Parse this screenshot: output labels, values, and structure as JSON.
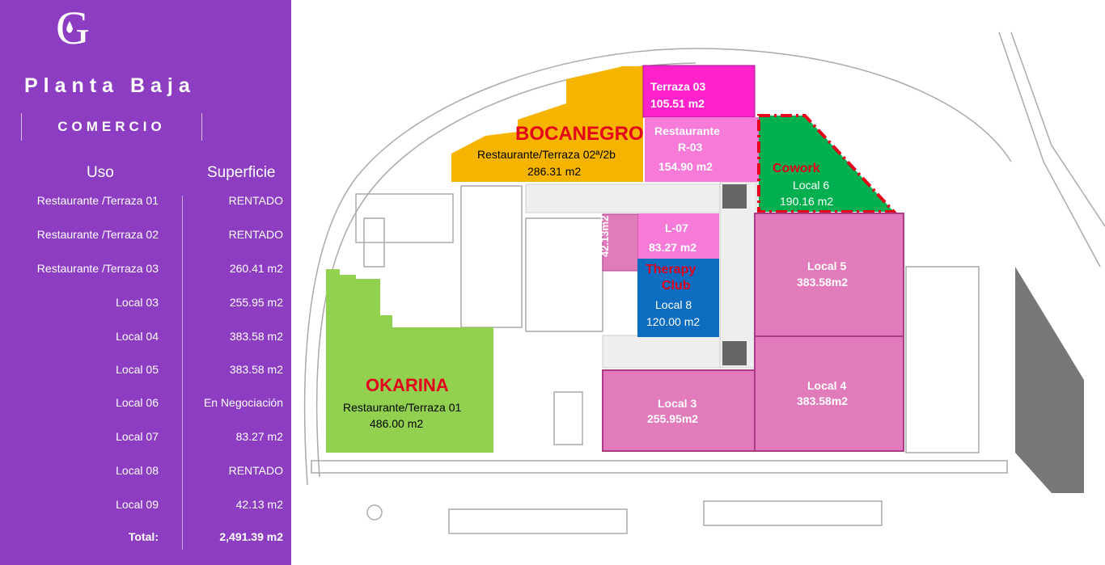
{
  "panel": {
    "logo": "G",
    "title": "Planta Baja",
    "subtitle": "COMERCIO",
    "col_uso": "Uso",
    "col_superficie": "Superficie",
    "rows": [
      {
        "uso": "Restaurante /Terraza 01",
        "superficie": "RENTADO"
      },
      {
        "uso": "Restaurante /Terraza 02",
        "superficie": "RENTADO"
      },
      {
        "uso": "Restaurante /Terraza 03",
        "superficie": "260.41 m2"
      },
      {
        "uso": "Local 03",
        "superficie": "255.95 m2"
      },
      {
        "uso": "Local 04",
        "superficie": "383.58 m2"
      },
      {
        "uso": "Local 05",
        "superficie": "383.58 m2"
      },
      {
        "uso": "Local 06",
        "superficie": "En Negociación"
      },
      {
        "uso": "Local 07",
        "superficie": "83.27 m2"
      },
      {
        "uso": "Local 08",
        "superficie": "RENTADO"
      },
      {
        "uso": "Local 09",
        "superficie": "42.13 m2"
      }
    ],
    "total_label": "Total:",
    "total_value": "2,491.39 m2"
  },
  "plan": {
    "bocanegro": {
      "name": "BOCANEGRO",
      "desc": "Restaurante/Terraza 02ª/2b",
      "area": "286.31 m2"
    },
    "terraza03": {
      "name": "Terraza 03",
      "area": "105.51 m2"
    },
    "r03": {
      "name": "Restaurante",
      "code": "R-03",
      "area": "154.90 m2"
    },
    "cowork": {
      "name": "Cowork",
      "local": "Local 6",
      "area": "190.16 m2"
    },
    "l07": {
      "name": "L-07",
      "area": "83.27 m2"
    },
    "local9": {
      "area": "42.13m2"
    },
    "therapy": {
      "name1": "Therapy",
      "name2": "Club",
      "local": "Local 8",
      "area": "120.00 m2"
    },
    "local5": {
      "name": "Local 5",
      "area": "383.58m2"
    },
    "local4": {
      "name": "Local 4",
      "area": "383.58m2"
    },
    "local3": {
      "name": "Local 3",
      "area": "255.95m2"
    },
    "okarina": {
      "name": "OKARINA",
      "desc": "Restaurante/Terraza 01",
      "area": "486.00 m2"
    }
  },
  "colors": {
    "panel": "#8c3dc2",
    "bocanegro": "#f5b400",
    "terraza": "#ff22cc",
    "restaurante": "#f77ad8",
    "cowork": "#00b050",
    "therapy": "#0b6cc0",
    "local": "#e27bbb",
    "okarina": "#92d050"
  }
}
